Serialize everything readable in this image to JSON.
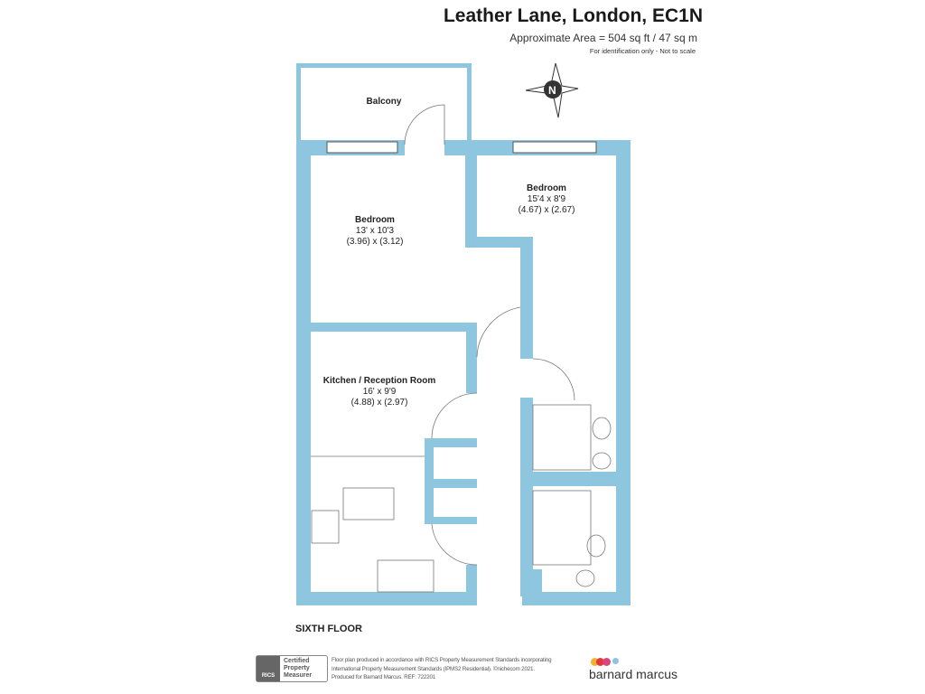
{
  "header": {
    "title": "Leather Lane, London, EC1N",
    "area": "Approximate Area = 504 sq ft / 47 sq m",
    "note": "For identification only - Not to scale"
  },
  "compass": {
    "label": "N"
  },
  "rooms": [
    {
      "name": "Balcony"
    },
    {
      "name": "Bedroom",
      "imperial": "13' x 10'3",
      "metric": "(3.96) x (3.12)"
    },
    {
      "name": "Bedroom",
      "imperial": "15'4 x 8'9",
      "metric": "(4.67) x (2.67)"
    },
    {
      "name": "Kitchen / Reception Room",
      "imperial": "16' x 9'9",
      "metric": "(4.88) x (2.97)"
    }
  ],
  "floor_label": "SIXTH FLOOR",
  "footer": {
    "rics_logo": "RICS",
    "rics_badge": [
      "Certified",
      "Property",
      "Measurer"
    ],
    "disclaimer": [
      "Floor plan produced in accordance with RICS Property Measurement Standards incorporating",
      "International Property Measurement Standards (IPMS2 Residential).  ©nichecom 2021.",
      "Produced for Barnard Marcus.   REF:  722201"
    ],
    "brand": "barnard marcus",
    "brand_colors": [
      "#f2b230",
      "#e0383e",
      "#d9467e",
      "#8fc3e3"
    ]
  },
  "colors": {
    "wall": "#8ec6e0"
  }
}
